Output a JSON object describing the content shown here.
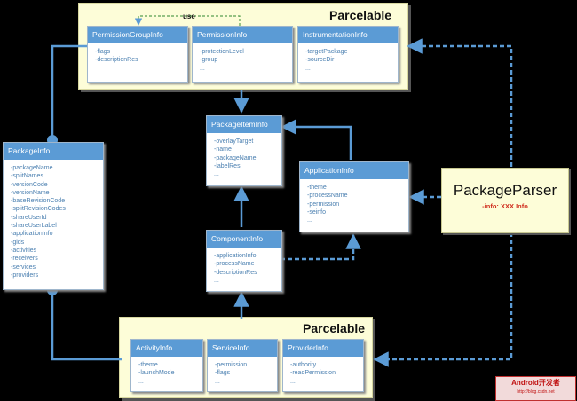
{
  "groups": {
    "top": {
      "title": "Parcelable"
    },
    "bottom": {
      "title": "Parcelable"
    }
  },
  "use_label": "use",
  "boxes": {
    "permission_group_info": {
      "title": "PermissionGroupInfo",
      "fields": [
        "-flags",
        "-descriptionRes"
      ]
    },
    "permission_info": {
      "title": "PermissionInfo",
      "fields": [
        "-protectionLevel",
        "-group",
        "..."
      ]
    },
    "instrumentation_info": {
      "title": "InstrumentationInfo",
      "fields": [
        "-targetPackage",
        "-sourceDir",
        "..."
      ]
    },
    "package_item_info": {
      "title": "PackageItemInfo",
      "fields": [
        "-overlayTarget",
        "-name",
        "-packageName",
        "-labelRes",
        "..."
      ]
    },
    "package_info": {
      "title": "PackageInfo",
      "fields": [
        "-packageName",
        "-splitNames",
        "-versionCode",
        "-versionName",
        "-baseRevisionCode",
        "-splitRevisionCodes",
        "-shareUserId",
        "-shareUserLabel",
        "-applicationInfo",
        "-gids",
        "-activities",
        "-receivers",
        "-services",
        "-providers"
      ]
    },
    "application_info": {
      "title": "ApplicationInfo",
      "fields": [
        "-theme",
        "-processName",
        "-permission",
        "-seinfo",
        "..."
      ]
    },
    "component_info": {
      "title": "ComponentInfo",
      "fields": [
        "-applicationInfo",
        "-processName",
        "-descriptionRes",
        "..."
      ]
    },
    "activity_info": {
      "title": "ActivityInfo",
      "fields": [
        "-theme",
        "-launchMode",
        "..."
      ]
    },
    "service_info": {
      "title": "ServiceInfo",
      "fields": [
        "-permission",
        "-flags",
        "..."
      ]
    },
    "provider_info": {
      "title": "ProviderInfo",
      "fields": [
        "-authority",
        "-readPermission",
        "..."
      ]
    }
  },
  "parser": {
    "name": "PackageParser",
    "info": "-info: XXX Info"
  },
  "watermark": {
    "top": "Android开发者",
    "bottom": "http://blog.csdn.net"
  },
  "colors": {
    "header": "#5b9bd5",
    "field_text": "#4a7fb0",
    "connector": "#5b9bd5",
    "group_bg": "#fdfdd8"
  }
}
